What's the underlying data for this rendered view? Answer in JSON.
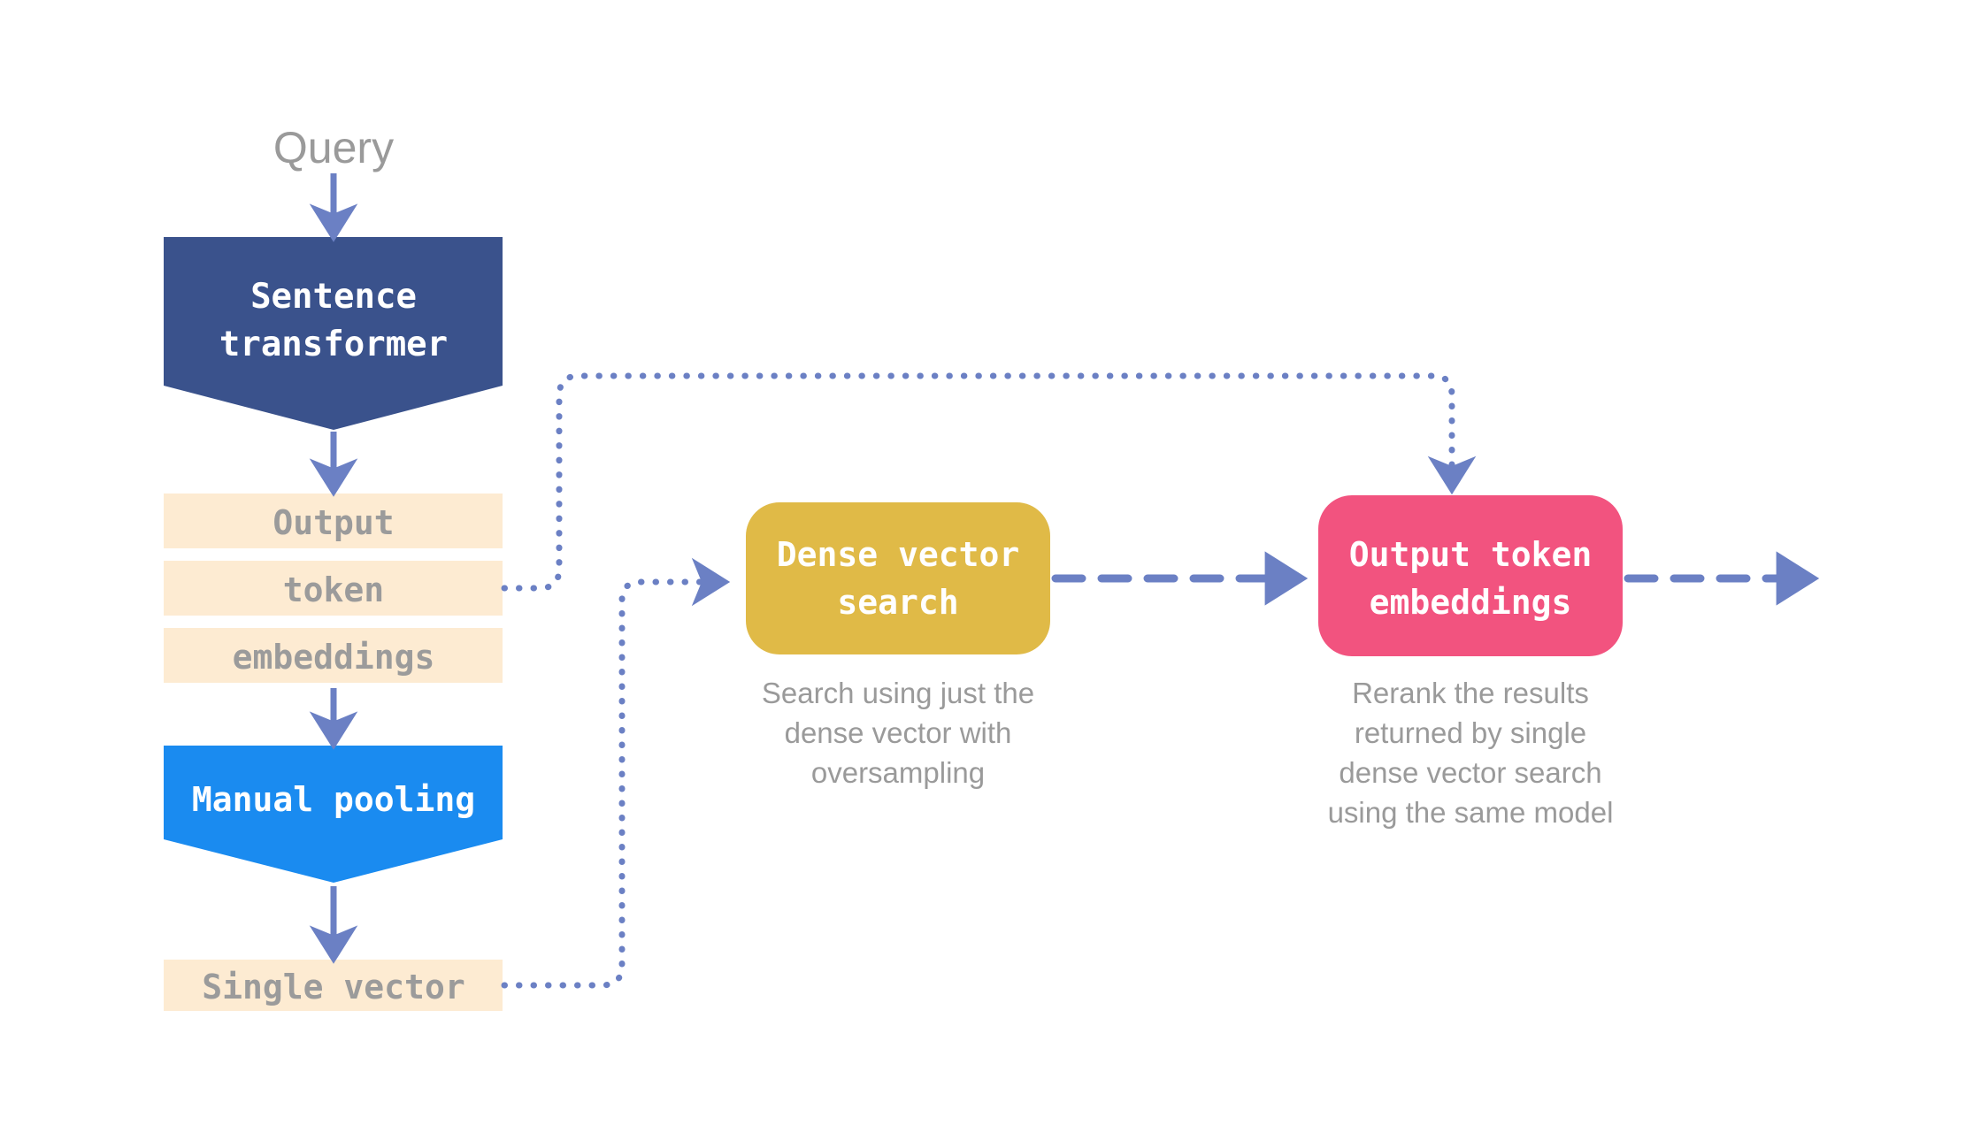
{
  "diagram": {
    "title_label": "Query",
    "background": "#ffffff",
    "palette": {
      "navy": "#3a528c",
      "cream": "#fdebd2",
      "bright_blue": "#1a8bf0",
      "gold": "#e0ba47",
      "pink": "#f2537f",
      "arrow_blue": "#6b80c4",
      "muted_text": "#9a9a9a",
      "cream_text": "#9b9b9b",
      "white_text": "#ffffff"
    },
    "pipeline_left": {
      "model_box": {
        "label_line1": "Sentence",
        "label_line2": "transformer"
      },
      "token_stack": [
        {
          "label": "Output"
        },
        {
          "label": "token"
        },
        {
          "label": "embeddings"
        }
      ],
      "pooling_box": {
        "label": "Manual pooling"
      },
      "single_vector_box": {
        "label": "Single vector"
      }
    },
    "stages": [
      {
        "id": "dense-vector-search",
        "title_line1": "Dense vector",
        "title_line2": "search",
        "color": "#e0ba47",
        "caption": [
          "Search using just the",
          "dense vector with",
          "oversampling"
        ]
      },
      {
        "id": "output-token-embeddings",
        "title_line1": "Output token",
        "title_line2": "embeddings",
        "color": "#f2537f",
        "caption": [
          "Rerank the results",
          "returned by single",
          "dense vector search",
          "using the same model"
        ]
      }
    ],
    "connectors": {
      "query_to_model": "solid-arrow-down",
      "model_to_tokens": "solid-arrow-down",
      "tokens_to_pooling": "solid-arrow-down",
      "pooling_to_single_vector": "solid-arrow-down",
      "token_to_rerank": "dotted-elbow-right-up",
      "single_vector_to_dense_search": "dotted-elbow-right-up",
      "dense_search_to_rerank": "dashed-arrow-right",
      "rerank_to_output": "dashed-arrow-right"
    }
  }
}
